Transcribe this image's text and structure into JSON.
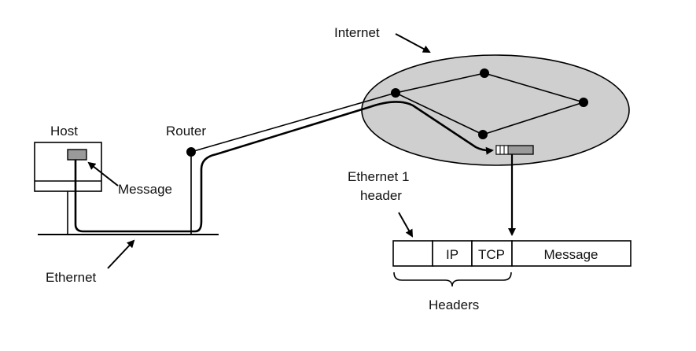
{
  "labels": {
    "internet": "Internet",
    "host": "Host",
    "router": "Router",
    "message": "Message",
    "ethernet": "Ethernet",
    "ethernet1_header_line1": "Ethernet 1",
    "ethernet1_header_line2": "header",
    "headers": "Headers"
  },
  "packet_fields": [
    "",
    "IP",
    "TCP",
    "Message"
  ],
  "colors": {
    "internet_cloud": "#cfcfcf",
    "message_box": "#9a9a9a",
    "line": "#000000"
  }
}
